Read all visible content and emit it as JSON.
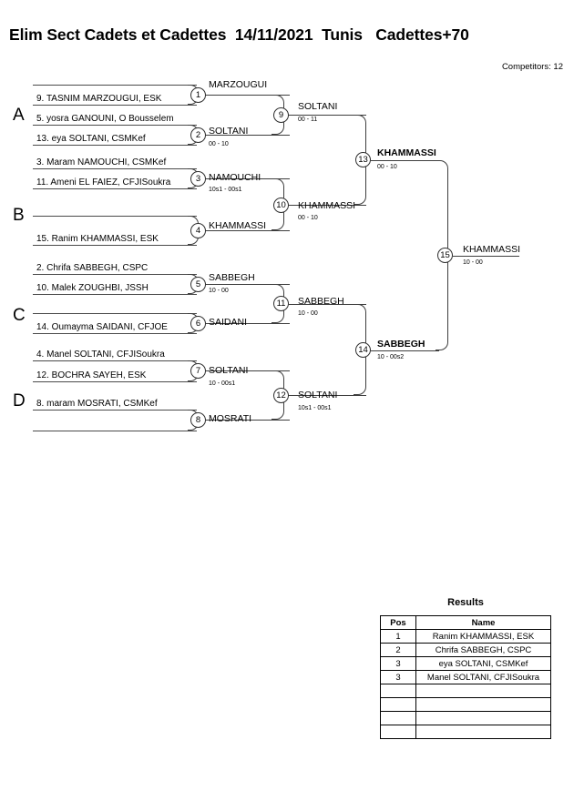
{
  "header": {
    "title": "Elim Sect Cadets et Cadettes  14/11/2021  Tunis   Cadettes+70",
    "competitors_label": "Competitors: 12"
  },
  "groups": [
    {
      "letter": "A"
    },
    {
      "letter": "B"
    },
    {
      "letter": "C"
    },
    {
      "letter": "D"
    }
  ],
  "entries": [
    {
      "label": "9. TASNIM MARZOUGUI, ESK"
    },
    {
      "label": ""
    },
    {
      "label": "5. yosra GANOUNI, O Bousselem"
    },
    {
      "label": "13. eya SOLTANI, CSMKef"
    },
    {
      "label": "3. Maram NAMOUCHI, CSMKef"
    },
    {
      "label": "11. Ameni EL FAIEZ, CFJISoukra"
    },
    {
      "label": ""
    },
    {
      "label": "15. Ranim KHAMMASSI, ESK"
    },
    {
      "label": "2. Chrifa SABBEGH, CSPC"
    },
    {
      "label": "10. Malek ZOUGHBI, JSSH"
    },
    {
      "label": ""
    },
    {
      "label": "14. Oumayma SAIDANI, CFJOE"
    },
    {
      "label": "4. Manel SOLTANI, CFJISoukra"
    },
    {
      "label": "12. BOCHRA SAYEH, ESK"
    },
    {
      "label": "8. maram MOSRATI, CSMKef"
    },
    {
      "label": ""
    }
  ],
  "matches": [
    {
      "number": "1",
      "winner": "MARZOUGUI",
      "score": "",
      "bold": false
    },
    {
      "number": "2",
      "winner": "SOLTANI",
      "score": "00 - 10",
      "bold": false
    },
    {
      "number": "3",
      "winner": "NAMOUCHI",
      "score": "10s1 - 00s1",
      "bold": false
    },
    {
      "number": "4",
      "winner": "KHAMMASSI",
      "score": "",
      "bold": false
    },
    {
      "number": "5",
      "winner": "SABBEGH",
      "score": "10 - 00",
      "bold": false
    },
    {
      "number": "6",
      "winner": "SAIDANI",
      "score": "",
      "bold": false
    },
    {
      "number": "7",
      "winner": "SOLTANI",
      "score": "10 - 00s1",
      "bold": false
    },
    {
      "number": "8",
      "winner": "MOSRATI",
      "score": "",
      "bold": false
    },
    {
      "number": "9",
      "winner": "SOLTANI",
      "score": "00 - 11",
      "bold": false
    },
    {
      "number": "10",
      "winner": "KHAMMASSI",
      "score": "00 - 10",
      "bold": false
    },
    {
      "number": "11",
      "winner": "SABBEGH",
      "score": "10 - 00",
      "bold": false
    },
    {
      "number": "12",
      "winner": "SOLTANI",
      "score": "10s1 - 00s1",
      "bold": false
    },
    {
      "number": "13",
      "winner": "KHAMMASSI",
      "score": "00 - 10",
      "bold": true
    },
    {
      "number": "14",
      "winner": "SABBEGH",
      "score": "10 - 00s2",
      "bold": true
    },
    {
      "number": "15",
      "winner": "KHAMMASSI",
      "score": "10 - 00",
      "bold": false
    }
  ],
  "results": {
    "title": "Results",
    "columns": [
      "Pos",
      "Name"
    ],
    "rows": [
      {
        "pos": "1",
        "name": "Ranim KHAMMASSI, ESK"
      },
      {
        "pos": "2",
        "name": "Chrifa SABBEGH, CSPC"
      },
      {
        "pos": "3",
        "name": "eya SOLTANI, CSMKef"
      },
      {
        "pos": "3",
        "name": "Manel SOLTANI, CFJISoukra"
      },
      {
        "pos": "",
        "name": ""
      },
      {
        "pos": "",
        "name": ""
      },
      {
        "pos": "",
        "name": ""
      },
      {
        "pos": "",
        "name": ""
      }
    ]
  }
}
